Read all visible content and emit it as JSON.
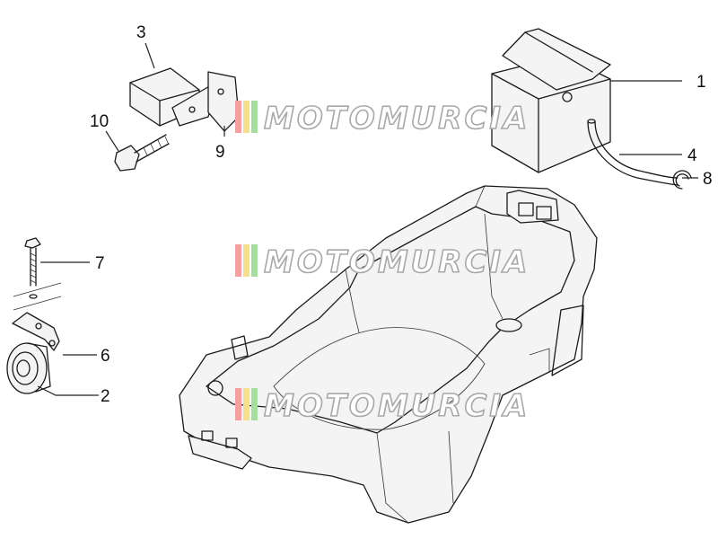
{
  "watermark": {
    "text": "MOTOMURCIA",
    "stripe_colors": [
      "#f2a0a0",
      "#f6e08a",
      "#a8dca0"
    ]
  },
  "callouts": {
    "c1": "1",
    "c2": "2",
    "c3": "3",
    "c4": "4",
    "c5": "6",
    "c7": "7",
    "c8": "8",
    "c9": "9",
    "c10": "10"
  }
}
